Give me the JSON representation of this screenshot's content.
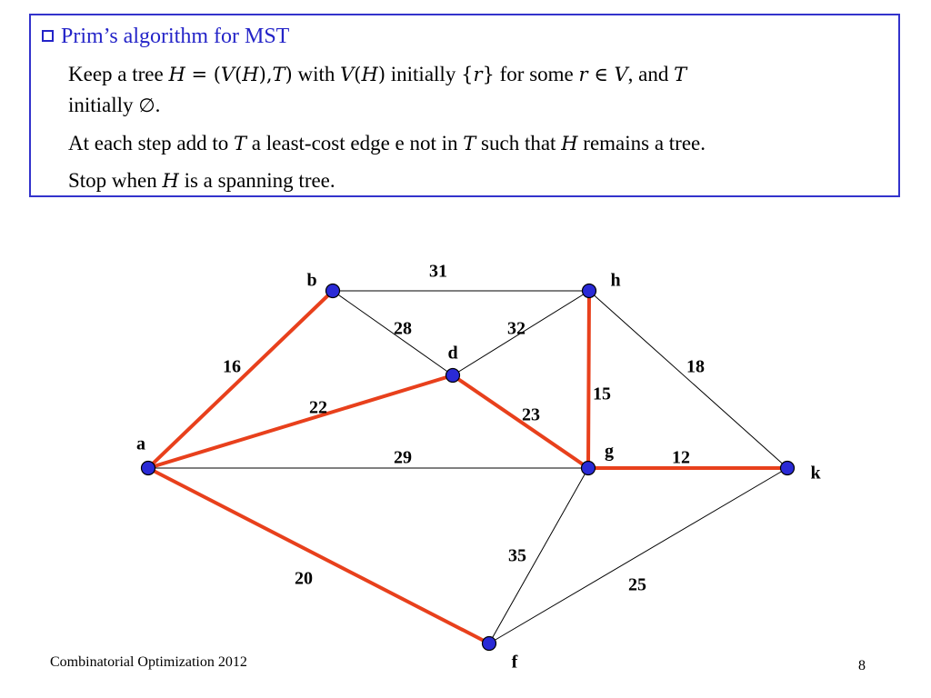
{
  "slide": {
    "heading": "Prim’s algorithm for MST",
    "line1": {
      "t1": "Keep a tree ",
      "m1": "H",
      "m2": " = (",
      "m3": "V",
      "m4": "(",
      "m5": "H",
      "m6": "),",
      "m7": "T",
      "m8": ")",
      "t2": " with ",
      "m9": "V",
      "m10": "(",
      "m11": "H",
      "m12": ")",
      "t3": " initially ",
      "m13": "{",
      "m14": "r",
      "m15": "}",
      "t4": " for some ",
      "m16": "r",
      "m17": " ∈ ",
      "m18": "V",
      "t5": ", and ",
      "m19": "T"
    },
    "line2": {
      "t1": "initially ",
      "m1": "∅",
      "t2": "."
    },
    "line3": {
      "t1": "At each step add to ",
      "m1": "T",
      "t2": " a least-cost edge e not in ",
      "m2": "T",
      "t3": " such that ",
      "m3": "H",
      "t4": " remains a tree."
    },
    "line4": {
      "t1": "Stop when ",
      "m1": "H",
      "t2": " is a spanning tree."
    },
    "footer_left": "Combinatorial Optimization 2012",
    "page_number": "8"
  },
  "graph": {
    "colors": {
      "tree_edge": "#e8401c",
      "plain_edge": "#000000",
      "node_fill": "#2a2ad6",
      "node_stroke": "#000000"
    },
    "nodes": [
      {
        "id": "a",
        "label": "a"
      },
      {
        "id": "b",
        "label": "b"
      },
      {
        "id": "d",
        "label": "d"
      },
      {
        "id": "h",
        "label": "h"
      },
      {
        "id": "g",
        "label": "g"
      },
      {
        "id": "k",
        "label": "k"
      },
      {
        "id": "f",
        "label": "f"
      }
    ],
    "edges": [
      {
        "from": "b",
        "to": "h",
        "weight": "31",
        "in_tree": false
      },
      {
        "from": "b",
        "to": "d",
        "weight": "28",
        "in_tree": false
      },
      {
        "from": "d",
        "to": "h",
        "weight": "32",
        "in_tree": false
      },
      {
        "from": "a",
        "to": "b",
        "weight": "16",
        "in_tree": true
      },
      {
        "from": "h",
        "to": "k",
        "weight": "18",
        "in_tree": false
      },
      {
        "from": "a",
        "to": "d",
        "weight": "22",
        "in_tree": true
      },
      {
        "from": "h",
        "to": "g",
        "weight": "15",
        "in_tree": true
      },
      {
        "from": "d",
        "to": "g",
        "weight": "23",
        "in_tree": true
      },
      {
        "from": "a",
        "to": "g",
        "weight": "29",
        "in_tree": false
      },
      {
        "from": "g",
        "to": "k",
        "weight": "12",
        "in_tree": true
      },
      {
        "from": "g",
        "to": "f",
        "weight": "35",
        "in_tree": false
      },
      {
        "from": "a",
        "to": "f",
        "weight": "20",
        "in_tree": true
      },
      {
        "from": "f",
        "to": "k",
        "weight": "25",
        "in_tree": false
      }
    ]
  }
}
